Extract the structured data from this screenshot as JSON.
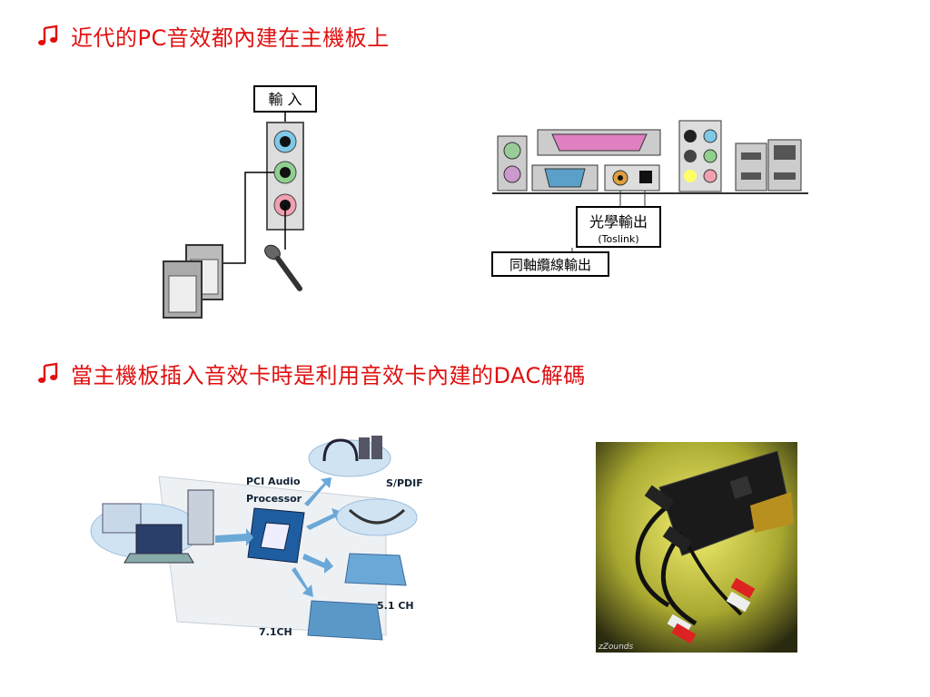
{
  "bullets": [
    {
      "text": "近代的PC音效都內建在主機板上"
    },
    {
      "text": "當主機板插入音效卡時是利用音效卡內建的DAC解碼"
    }
  ],
  "fig1": {
    "input_label": "輸 入"
  },
  "fig2": {
    "optical_label": "光學輸出",
    "optical_sub": "(Toslink)",
    "coax_label": "同軸纜線輸出"
  },
  "fig3": {
    "processor_label_1": "PCI Audio",
    "processor_label_2": "Processor",
    "spdif_label": "S/PDIF",
    "ch51_label": "5.1 CH",
    "ch71_label": "7.1CH"
  },
  "fig4": {
    "watermark": "zZounds"
  },
  "colors": {
    "bullet_red": "#e01010"
  }
}
